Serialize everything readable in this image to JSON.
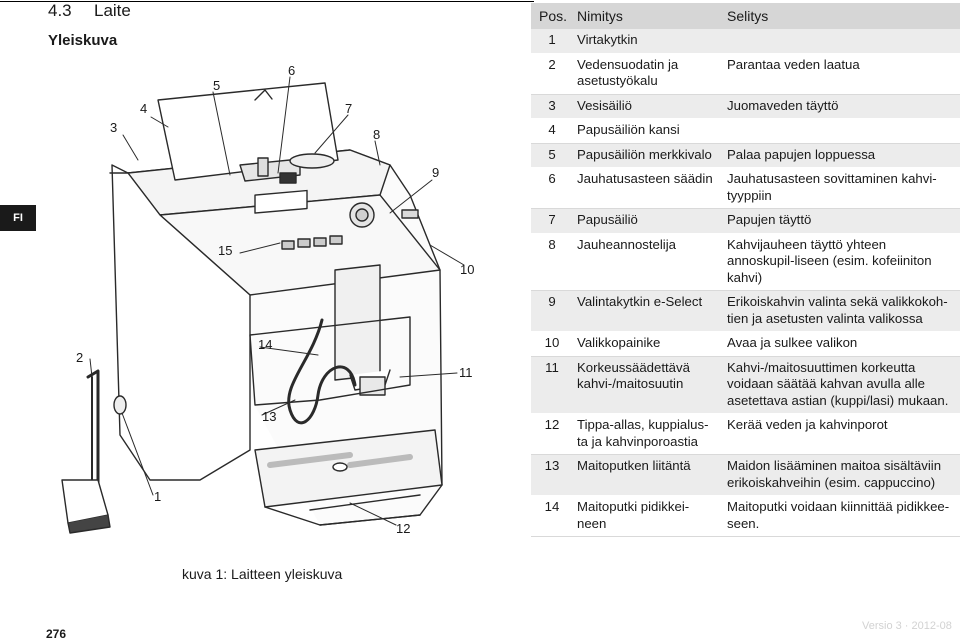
{
  "header": {
    "section_number": "4.3",
    "section_title": "Laite"
  },
  "overview_heading": "Yleiskuva",
  "language_tab": "FI",
  "figure": {
    "callouts": [
      "1",
      "2",
      "3",
      "4",
      "5",
      "6",
      "7",
      "8",
      "9",
      "10",
      "11",
      "12",
      "13",
      "14",
      "15"
    ],
    "caption": "kuva 1: Laitteen yleiskuva"
  },
  "table": {
    "headers": {
      "pos": "Pos.",
      "name": "Nimitys",
      "description": "Selitys"
    },
    "rows": [
      {
        "pos": "1",
        "name": "Virtakytkin",
        "description": ""
      },
      {
        "pos": "2",
        "name": "Vedensuodatin ja asetustyökalu",
        "description": "Parantaa veden laatua"
      },
      {
        "pos": "3",
        "name": "Vesisäiliö",
        "description": "Juomaveden täyttö"
      },
      {
        "pos": "4",
        "name": "Papusäiliön kansi",
        "description": ""
      },
      {
        "pos": "5",
        "name": "Papusäiliön merkkivalo",
        "description": "Palaa papujen loppuessa"
      },
      {
        "pos": "6",
        "name": "Jauhatusasteen säädin",
        "description": "Jauhatusasteen sovittaminen kahvi-tyyppiin"
      },
      {
        "pos": "7",
        "name": "Papusäiliö",
        "description": "Papujen täyttö"
      },
      {
        "pos": "8",
        "name": "Jauheannostelija",
        "description": "Kahvijauheen täyttö yhteen annoskupil-liseen (esim. kofeiiniton kahvi)"
      },
      {
        "pos": "9",
        "name": "Valintakytkin e-Select",
        "description": "Erikoiskahvin valinta sekä valikkokoh-tien ja asetusten valinta valikossa"
      },
      {
        "pos": "10",
        "name": "Valikkopainike",
        "description": "Avaa ja sulkee valikon"
      },
      {
        "pos": "11",
        "name": "Korkeussäädettävä kahvi-/maitosuutin",
        "description": "Kahvi-/maitosuuttimen korkeutta voidaan säätää kahvan avulla alle asetettava astian (kuppi/lasi) mukaan."
      },
      {
        "pos": "12",
        "name": "Tippa-allas, kuppialus-ta ja kahvinporoastia",
        "description": "Kerää veden ja kahvinporot"
      },
      {
        "pos": "13",
        "name": "Maitoputken liitäntä",
        "description": "Maidon lisääminen maitoa sisältäviin erikoiskahveihin (esim. cappuccino)"
      },
      {
        "pos": "14",
        "name": "Maitoputki pidikkei-neen",
        "description": "Maitoputki voidaan kiinnittää pidikkee-seen."
      }
    ]
  },
  "footer": {
    "page_number": "276",
    "version": "Versio 3 · 2012-08"
  }
}
